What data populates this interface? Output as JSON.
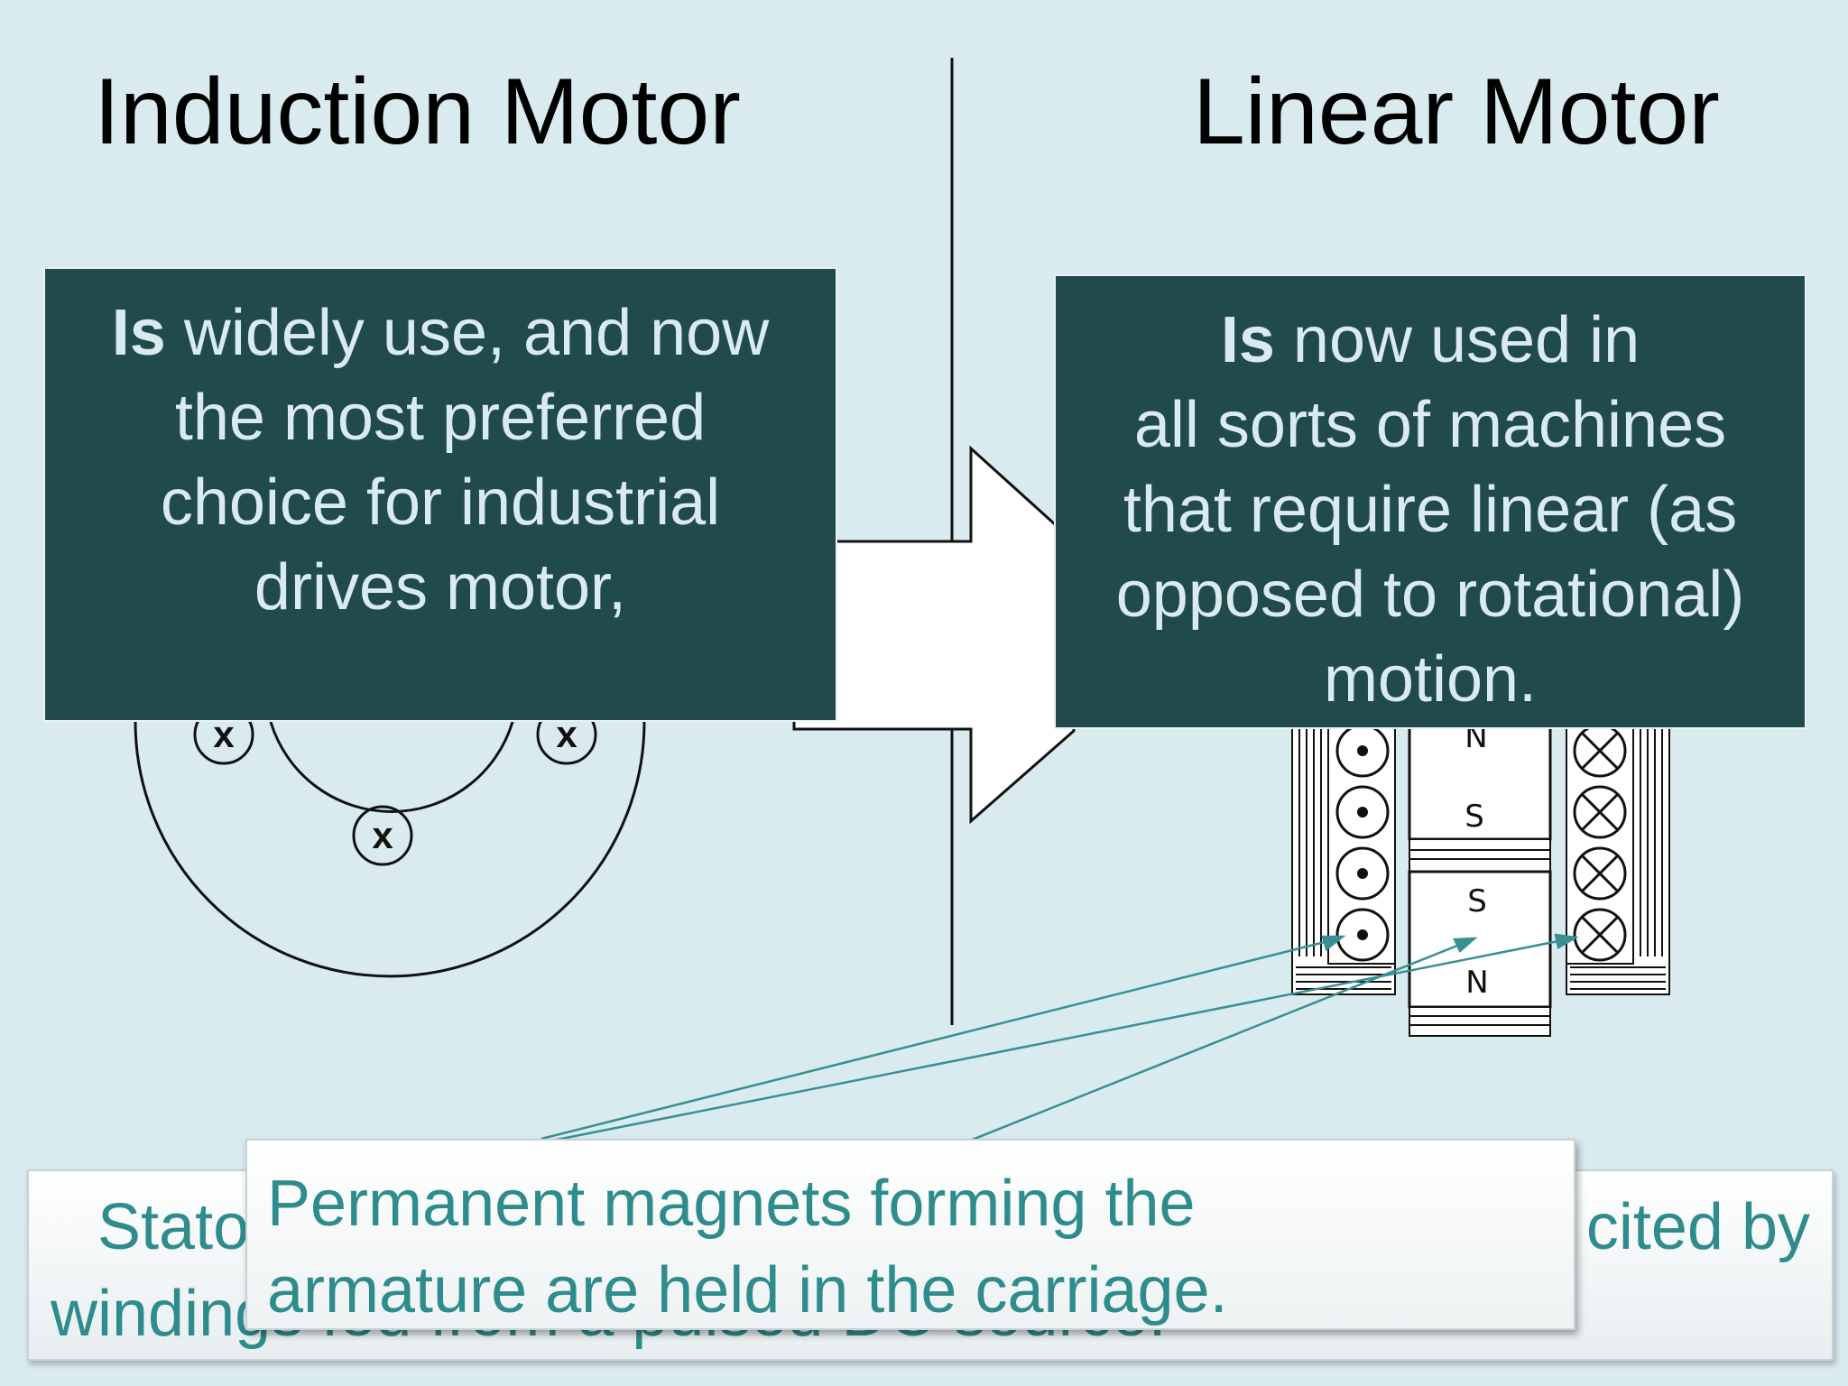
{
  "titles": {
    "left": "Induction Motor",
    "right": "Linear Motor"
  },
  "left_box": {
    "bold": "Is",
    "line1_rest": " widely use, and now",
    "line2": "the most preferred",
    "line3": "choice for industrial",
    "line4": "drives motor,"
  },
  "right_box": {
    "bold": "Is",
    "line1_rest": " now used in",
    "line2": "all sorts of machines",
    "line3": "that require linear (as",
    "line4": "opposed to rotational)",
    "line5": "motion."
  },
  "induction_diagram": {
    "conductor_mark": "x"
  },
  "linear_diagram": {
    "pole_labels": [
      "N",
      "S",
      "S",
      "N"
    ]
  },
  "caption_back": {
    "line1_start": "Stator",
    "line1_end": "cited by",
    "line2": "windings fed from a pulsed DC source."
  },
  "caption_front": {
    "line1": "Permanent magnets forming the",
    "line2": "armature are held in the carriage."
  },
  "colors": {
    "background": "#d9ebef",
    "box_fill": "#214a4d",
    "box_text": "#d9ebef",
    "caption_text": "#2f8c8c",
    "pointer_lines": "#3a8f93"
  }
}
